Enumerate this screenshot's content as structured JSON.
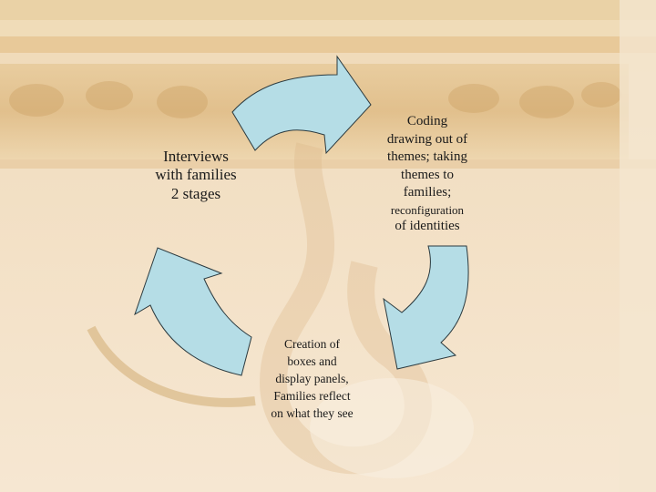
{
  "colors": {
    "arrow_fill": "#b5dde6",
    "arrow_stroke": "#2b3a3f",
    "background": "#f3e0c4"
  },
  "nodes": {
    "interviews": [
      "Interviews",
      "with families",
      "2 stages"
    ],
    "coding": {
      "lines": [
        "Coding",
        "drawing out of",
        "themes; taking",
        "themes to",
        "families;"
      ],
      "small": "reconfiguration",
      "last": "of identities"
    },
    "creation": [
      "Creation of",
      "boxes and",
      "display panels,",
      "Families reflect",
      "on what they see"
    ]
  }
}
